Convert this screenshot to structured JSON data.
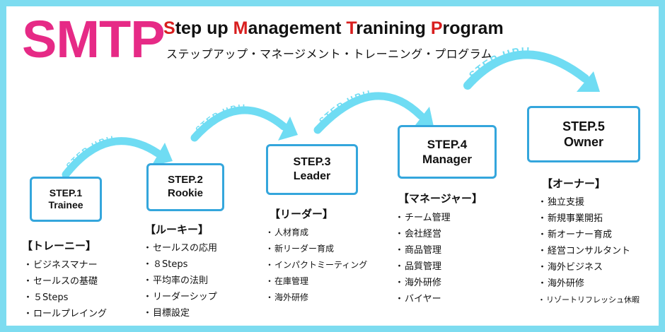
{
  "header": {
    "logo": "SMTP",
    "title_parts": [
      {
        "text": "S",
        "highlight": true
      },
      {
        "text": "tep up ",
        "highlight": false
      },
      {
        "text": "M",
        "highlight": true
      },
      {
        "text": "anagement ",
        "highlight": false
      },
      {
        "text": "T",
        "highlight": true
      },
      {
        "text": "ranining ",
        "highlight": false
      },
      {
        "text": "P",
        "highlight": true
      },
      {
        "text": "rogram",
        "highlight": false
      }
    ],
    "subtitle": "ステップアップ・マネージメント・トレーニング・プログラム"
  },
  "arrow_label": "STEP UP!!",
  "steps": [
    {
      "step": "STEP.1",
      "role": "Trainee",
      "role_ja": "【トレーニー】",
      "items": [
        "ビジネスマナー",
        "セールスの基礎",
        "５Steps",
        "ロールプレイング"
      ]
    },
    {
      "step": "STEP.2",
      "role": "Rookie",
      "role_ja": "【ルーキー】",
      "items": [
        "セールスの応用",
        "８Steps",
        "平均率の法則",
        "リーダーシップ",
        "目標設定"
      ]
    },
    {
      "step": "STEP.3",
      "role": "Leader",
      "role_ja": "【リーダー】",
      "items": [
        "人材育成",
        "新リーダー育成",
        "インパクトミーティング",
        "在庫管理",
        "海外研修"
      ]
    },
    {
      "step": "STEP.4",
      "role": "Manager",
      "role_ja": "【マネージャー】",
      "items": [
        "チーム管理",
        "会社経営",
        "商品管理",
        "品質管理",
        "海外研修",
        "バイヤー"
      ]
    },
    {
      "step": "STEP.5",
      "role": "Owner",
      "role_ja": "【オーナー】",
      "items": [
        "独立支援",
        "新規事業開拓",
        "新オーナー育成",
        "経営コンサルタント",
        "海外ビジネス",
        "海外研修",
        "リゾートリフレッシュ休暇"
      ]
    }
  ],
  "colors": {
    "frame": "#7ddcf0",
    "logo": "#e62a86",
    "title_highlight": "#d81e1e",
    "box_border": "#34a6dc",
    "arrow": "#6fdcf3"
  }
}
